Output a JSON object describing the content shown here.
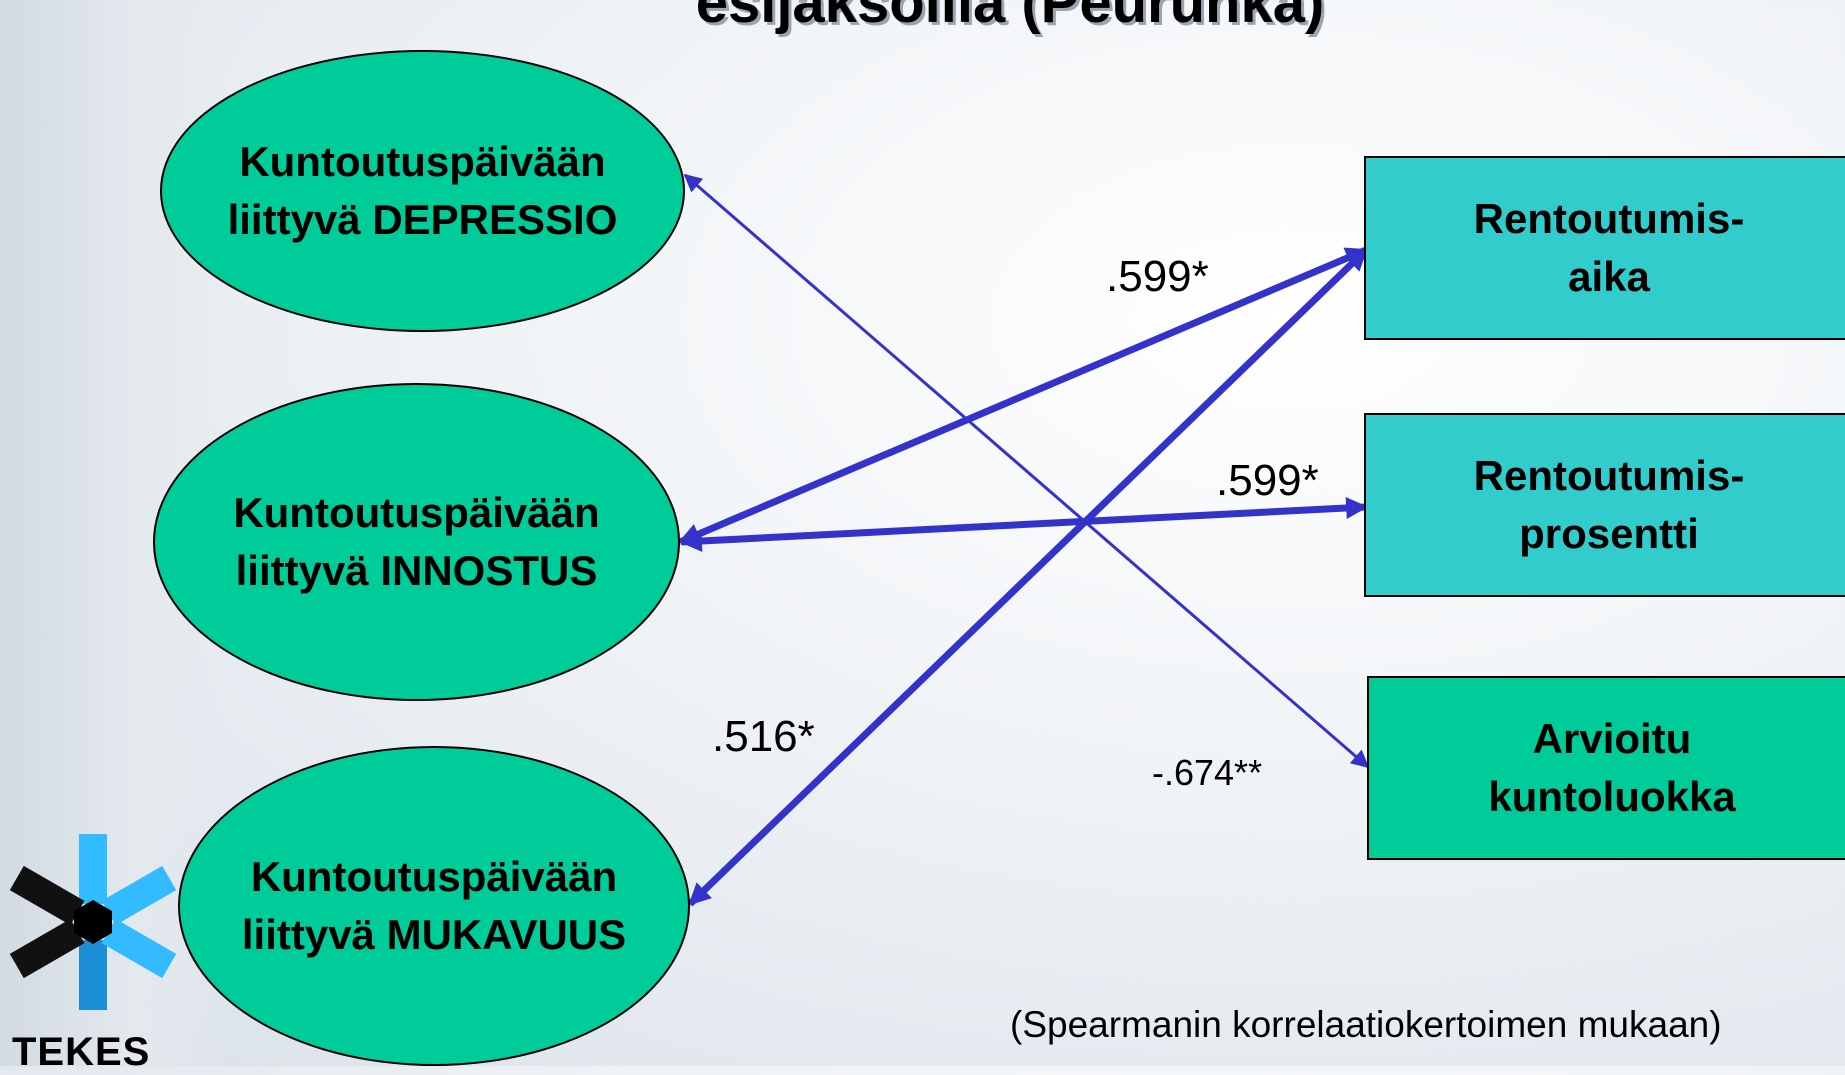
{
  "title": "esijaksoilla (Peurunka)",
  "left_nodes": [
    {
      "label": "Kuntoutuspäivään\nliittyvä DEPRESSIO"
    },
    {
      "label": "Kuntoutuspäivään\nliittyvä INNOSTUS"
    },
    {
      "label": "Kuntoutuspäivään\nliittyvä MUKAVUUS"
    }
  ],
  "right_nodes": [
    {
      "label": "Rentoutumis-\naika",
      "color": "#33cccc"
    },
    {
      "label": "Rentoutumis-\nprosentti",
      "color": "#33cccc"
    },
    {
      "label": "Arvioitu\nkuntoluokka",
      "color": "#00cc99"
    }
  ],
  "correlations": [
    {
      "from": "Kuntoutuspäivään liittyvä INNOSTUS",
      "to": "Rentoutumis-aika",
      "value": ".599*"
    },
    {
      "from": "Kuntoutuspäivään liittyvä INNOSTUS",
      "to": "Rentoutumis-prosentti",
      "value": ".599*"
    },
    {
      "from": "Kuntoutuspäivään liittyvä MUKAVUUS",
      "to": "Rentoutumis-aika",
      "value": ".516*"
    },
    {
      "from": "Kuntoutuspäivään liittyvä DEPRESSIO",
      "to": "Arvioitu kuntoluokka",
      "value": "-.674**"
    }
  ],
  "note": "(Spearmanin korrelaatiokertoimen mukaan)",
  "logo": {
    "text": "TEKES",
    "icon": "tekes-logo-icon"
  },
  "colors": {
    "ellipse_fill": "#00cc99",
    "arrow": "#3333cc"
  }
}
